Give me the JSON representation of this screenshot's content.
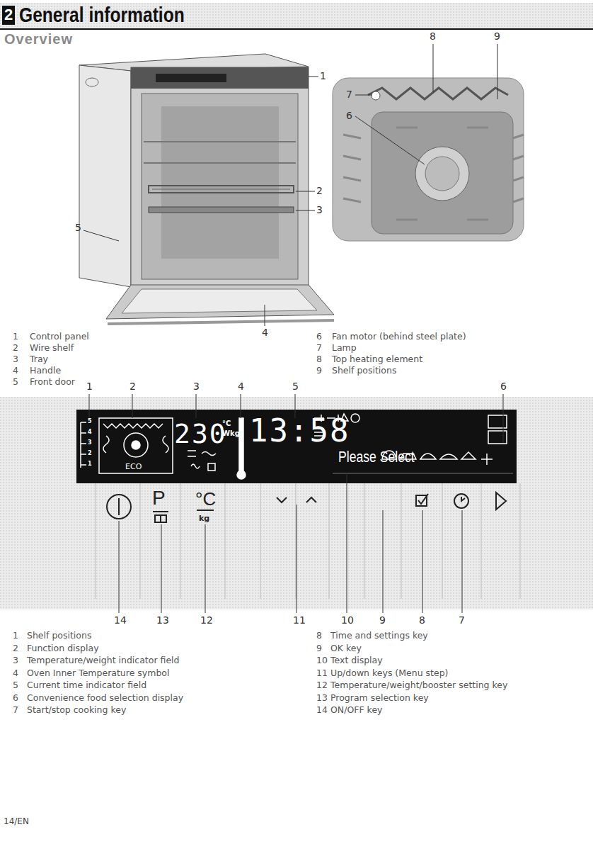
{
  "diagram": {
    "title": "General information",
    "labels": [
      "2",
      "Overview",
      "1",
      "2",
      "3",
      "4",
      "5",
      "8",
      "9",
      "7",
      "6",
      "1",
      "Control panel",
      "2",
      "Wire shelf",
      "3",
      "Tray",
      "4",
      "Handle",
      "5",
      "Front door",
      "6",
      "Fan motor (behind steel plate)",
      "7",
      "Lamp",
      "8",
      "Top heating element",
      "9",
      "Shelf positions",
      "1",
      "2",
      "3",
      "4",
      "5",
      "6",
      "5",
      "4",
      "3",
      "2",
      "1",
      "ECO",
      "230",
      "°C",
      "Wkg",
      "13:58",
      "Please Select",
      "P",
      "°C",
      "kg",
      "14",
      "13",
      "12",
      "11",
      "10",
      "9",
      "8",
      "7",
      "1",
      "Shelf positions",
      "2",
      "Function display",
      "3",
      "Temperature/weight indicator field",
      "4",
      "Oven Inner Temperature symbol",
      "5",
      "Current time indicator field",
      "6",
      "Convenience food selection display",
      "7",
      "Start/stop cooking key",
      "8",
      "Time and settings key",
      "9",
      "OK key",
      "10",
      "Text display",
      "11",
      "Up/down keys (Menu step)",
      "12",
      "Temperature/weight/booster setting key",
      "13",
      "Program selection key",
      "14",
      "ON/OFF key",
      "14/EN"
    ]
  }
}
